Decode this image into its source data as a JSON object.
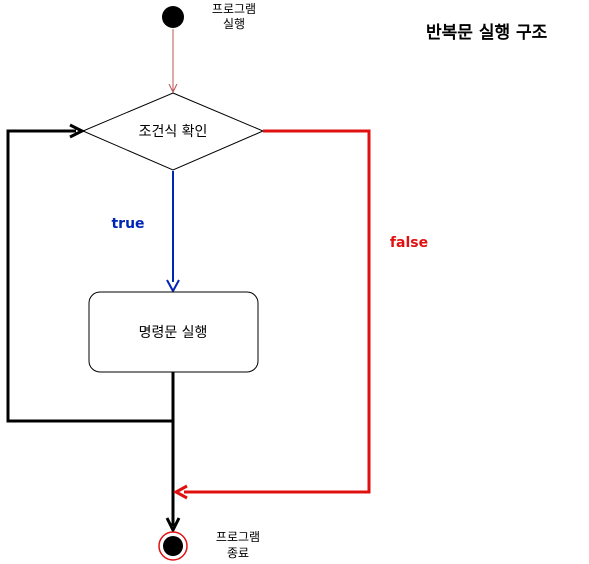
{
  "title": "반복문 실행 구조",
  "start": {
    "label_line1": "프로그램",
    "label_line2": "실행"
  },
  "condition": {
    "label": "조건식 확인"
  },
  "statement": {
    "label": "명령문 실행"
  },
  "end": {
    "label_line1": "프로그램",
    "label_line2": "종료"
  },
  "edges": {
    "true_label": "true",
    "false_label": "false"
  },
  "colors": {
    "true_edge": "#0026b5",
    "false_edge": "#e01010",
    "start_edge": "#b85450",
    "loop_edge": "#000000",
    "end_ring": "#e01010"
  }
}
